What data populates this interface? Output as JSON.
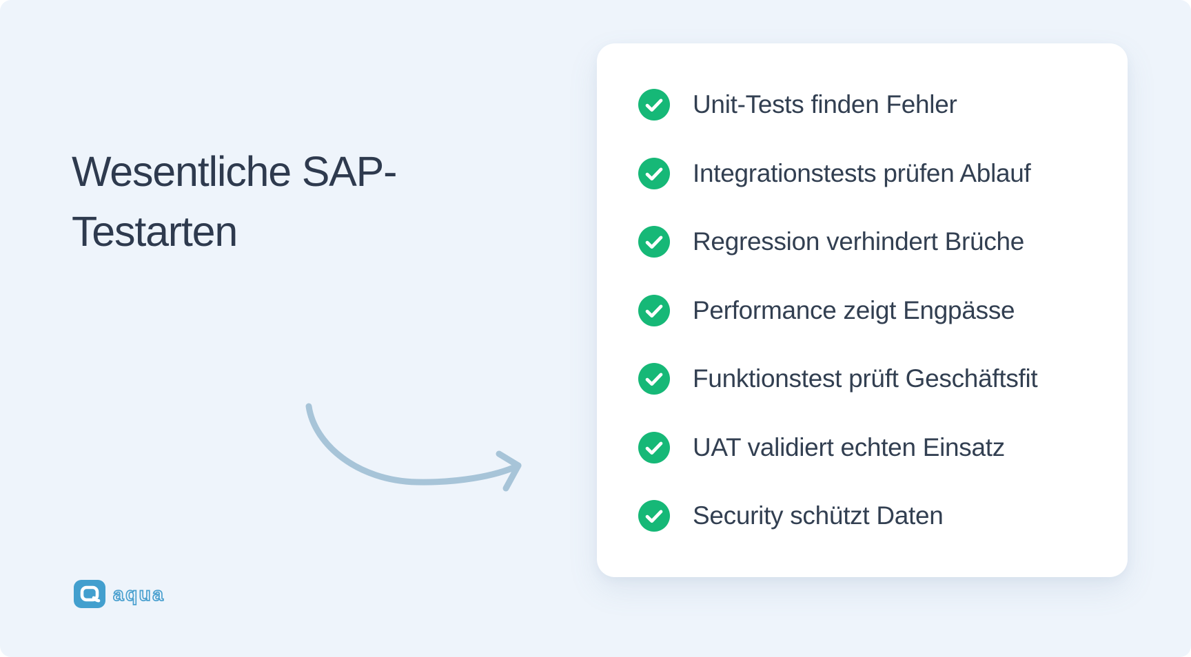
{
  "slide": {
    "title": "Wesentliche SAP-Testarten",
    "title_lines": [
      "Wesentliche SAP-",
      "Testarten"
    ]
  },
  "checklist": {
    "items": [
      {
        "icon": "check-circle",
        "label": "Unit-Tests finden Fehler"
      },
      {
        "icon": "check-circle",
        "label": "Integrationstests prüfen Ablauf"
      },
      {
        "icon": "check-circle",
        "label": "Regression verhindert Brüche"
      },
      {
        "icon": "check-circle",
        "label": "Performance zeigt Engpässe"
      },
      {
        "icon": "check-circle",
        "label": "Funktionstest prüft Geschäftsfit"
      },
      {
        "icon": "check-circle",
        "label": "UAT validiert echten Einsatz"
      },
      {
        "icon": "check-circle",
        "label": "Security schützt Daten"
      }
    ]
  },
  "logo": {
    "text": "aqua"
  },
  "colors": {
    "page_bg": "#eef4fb",
    "card_bg": "#ffffff",
    "heading_text": "#2e3a4e",
    "item_text": "#323f51",
    "check_green": "#16b877",
    "check_mark": "#ffffff",
    "arrow_blue": "#a7c4d8",
    "logo_blue": "#429fce"
  }
}
